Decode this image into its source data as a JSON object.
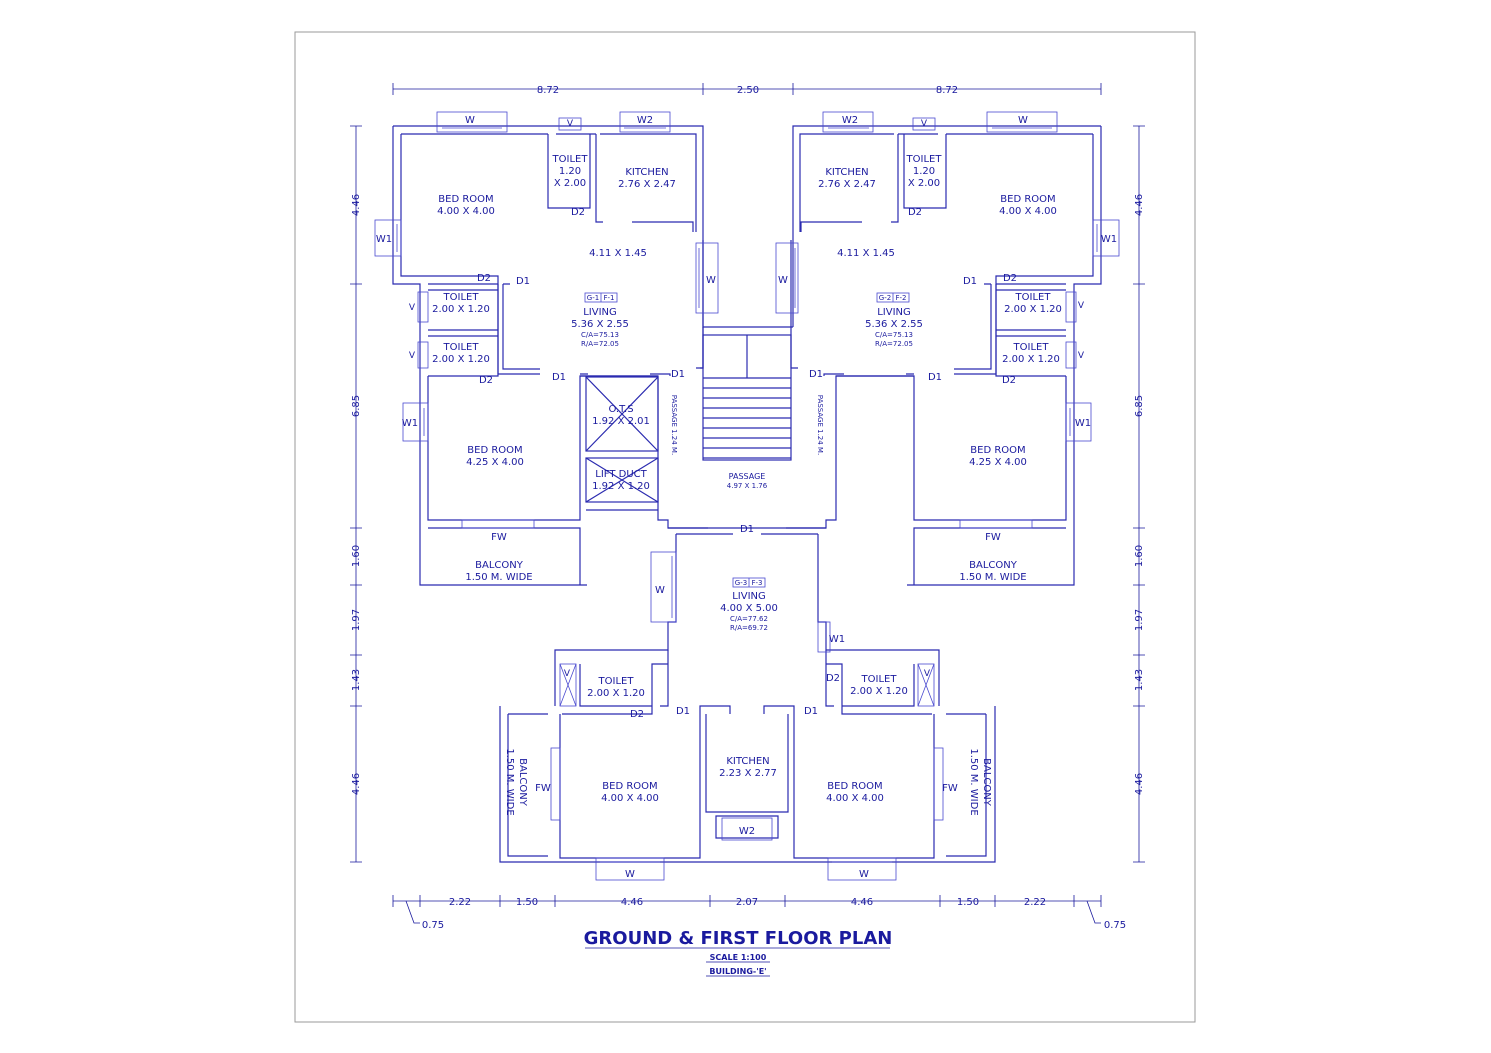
{
  "title": "GROUND & FIRST FLOOR PLAN",
  "scale": "SCALE 1:100",
  "building": "BUILDING-'E'",
  "colors": {
    "line": "#2b2bb0",
    "text": "#1a1a9e",
    "border": "#9a9a9a"
  },
  "dimensions": {
    "top": [
      "8.72",
      "2.50",
      "8.72"
    ],
    "bottom": [
      "2.22",
      "1.50",
      "4.46",
      "2.07",
      "4.46",
      "1.50",
      "2.22"
    ],
    "bottom_offsets": [
      "0.75",
      "0.75"
    ],
    "left": [
      "4.46",
      "6.85",
      "1.60",
      "1.97",
      "1.43",
      "4.46"
    ],
    "right": [
      "4.46",
      "6.85",
      "1.60",
      "1.97",
      "1.43",
      "4.46"
    ]
  },
  "units": [
    {
      "tag": "G-1",
      "flat": "F-1",
      "living": "LIVING",
      "size": "5.36 X 2.55",
      "ca": "C/A=75.13",
      "ra": "R/A=72.05"
    },
    {
      "tag": "G-2",
      "flat": "F-2",
      "living": "LIVING",
      "size": "5.36 X 2.55",
      "ca": "C/A=75.13",
      "ra": "R/A=72.05"
    },
    {
      "tag": "G-3",
      "flat": "F-3",
      "living": "LIVING",
      "size": "4.00 X 5.00",
      "ca": "C/A=77.62",
      "ra": "R/A=69.72"
    }
  ],
  "rooms": {
    "bed_room": "BED ROOM",
    "bed_400": "4.00 X 4.00",
    "bed_425": "4.25 X 4.00",
    "toilet": "TOILET",
    "toilet_std": "2.00 X 1.20",
    "toilet_small_a": "1.20",
    "toilet_small_b": "X 2.00",
    "kitchen": "KITCHEN",
    "kitchen_size": "2.76 X 2.47",
    "kitchen_c_size": "2.23 X 2.77",
    "dining_size": "4.11 X 1.45",
    "balcony": "BALCONY",
    "balcony_size": "1.50 M. WIDE",
    "ots": "O.T.S",
    "ots_size": "1.92 X 2.01",
    "lift": "LIFT DUCT",
    "lift_size": "1.92 X 1.20",
    "passage": "PASSAGE",
    "passage_size": "4.97 X 1.76",
    "passage_side": "PASSAGE 1.24 M."
  },
  "openings": {
    "W": "W",
    "W1": "W1",
    "W2": "W2",
    "V": "V",
    "FW": "FW",
    "D1": "D1",
    "D2": "D2"
  }
}
